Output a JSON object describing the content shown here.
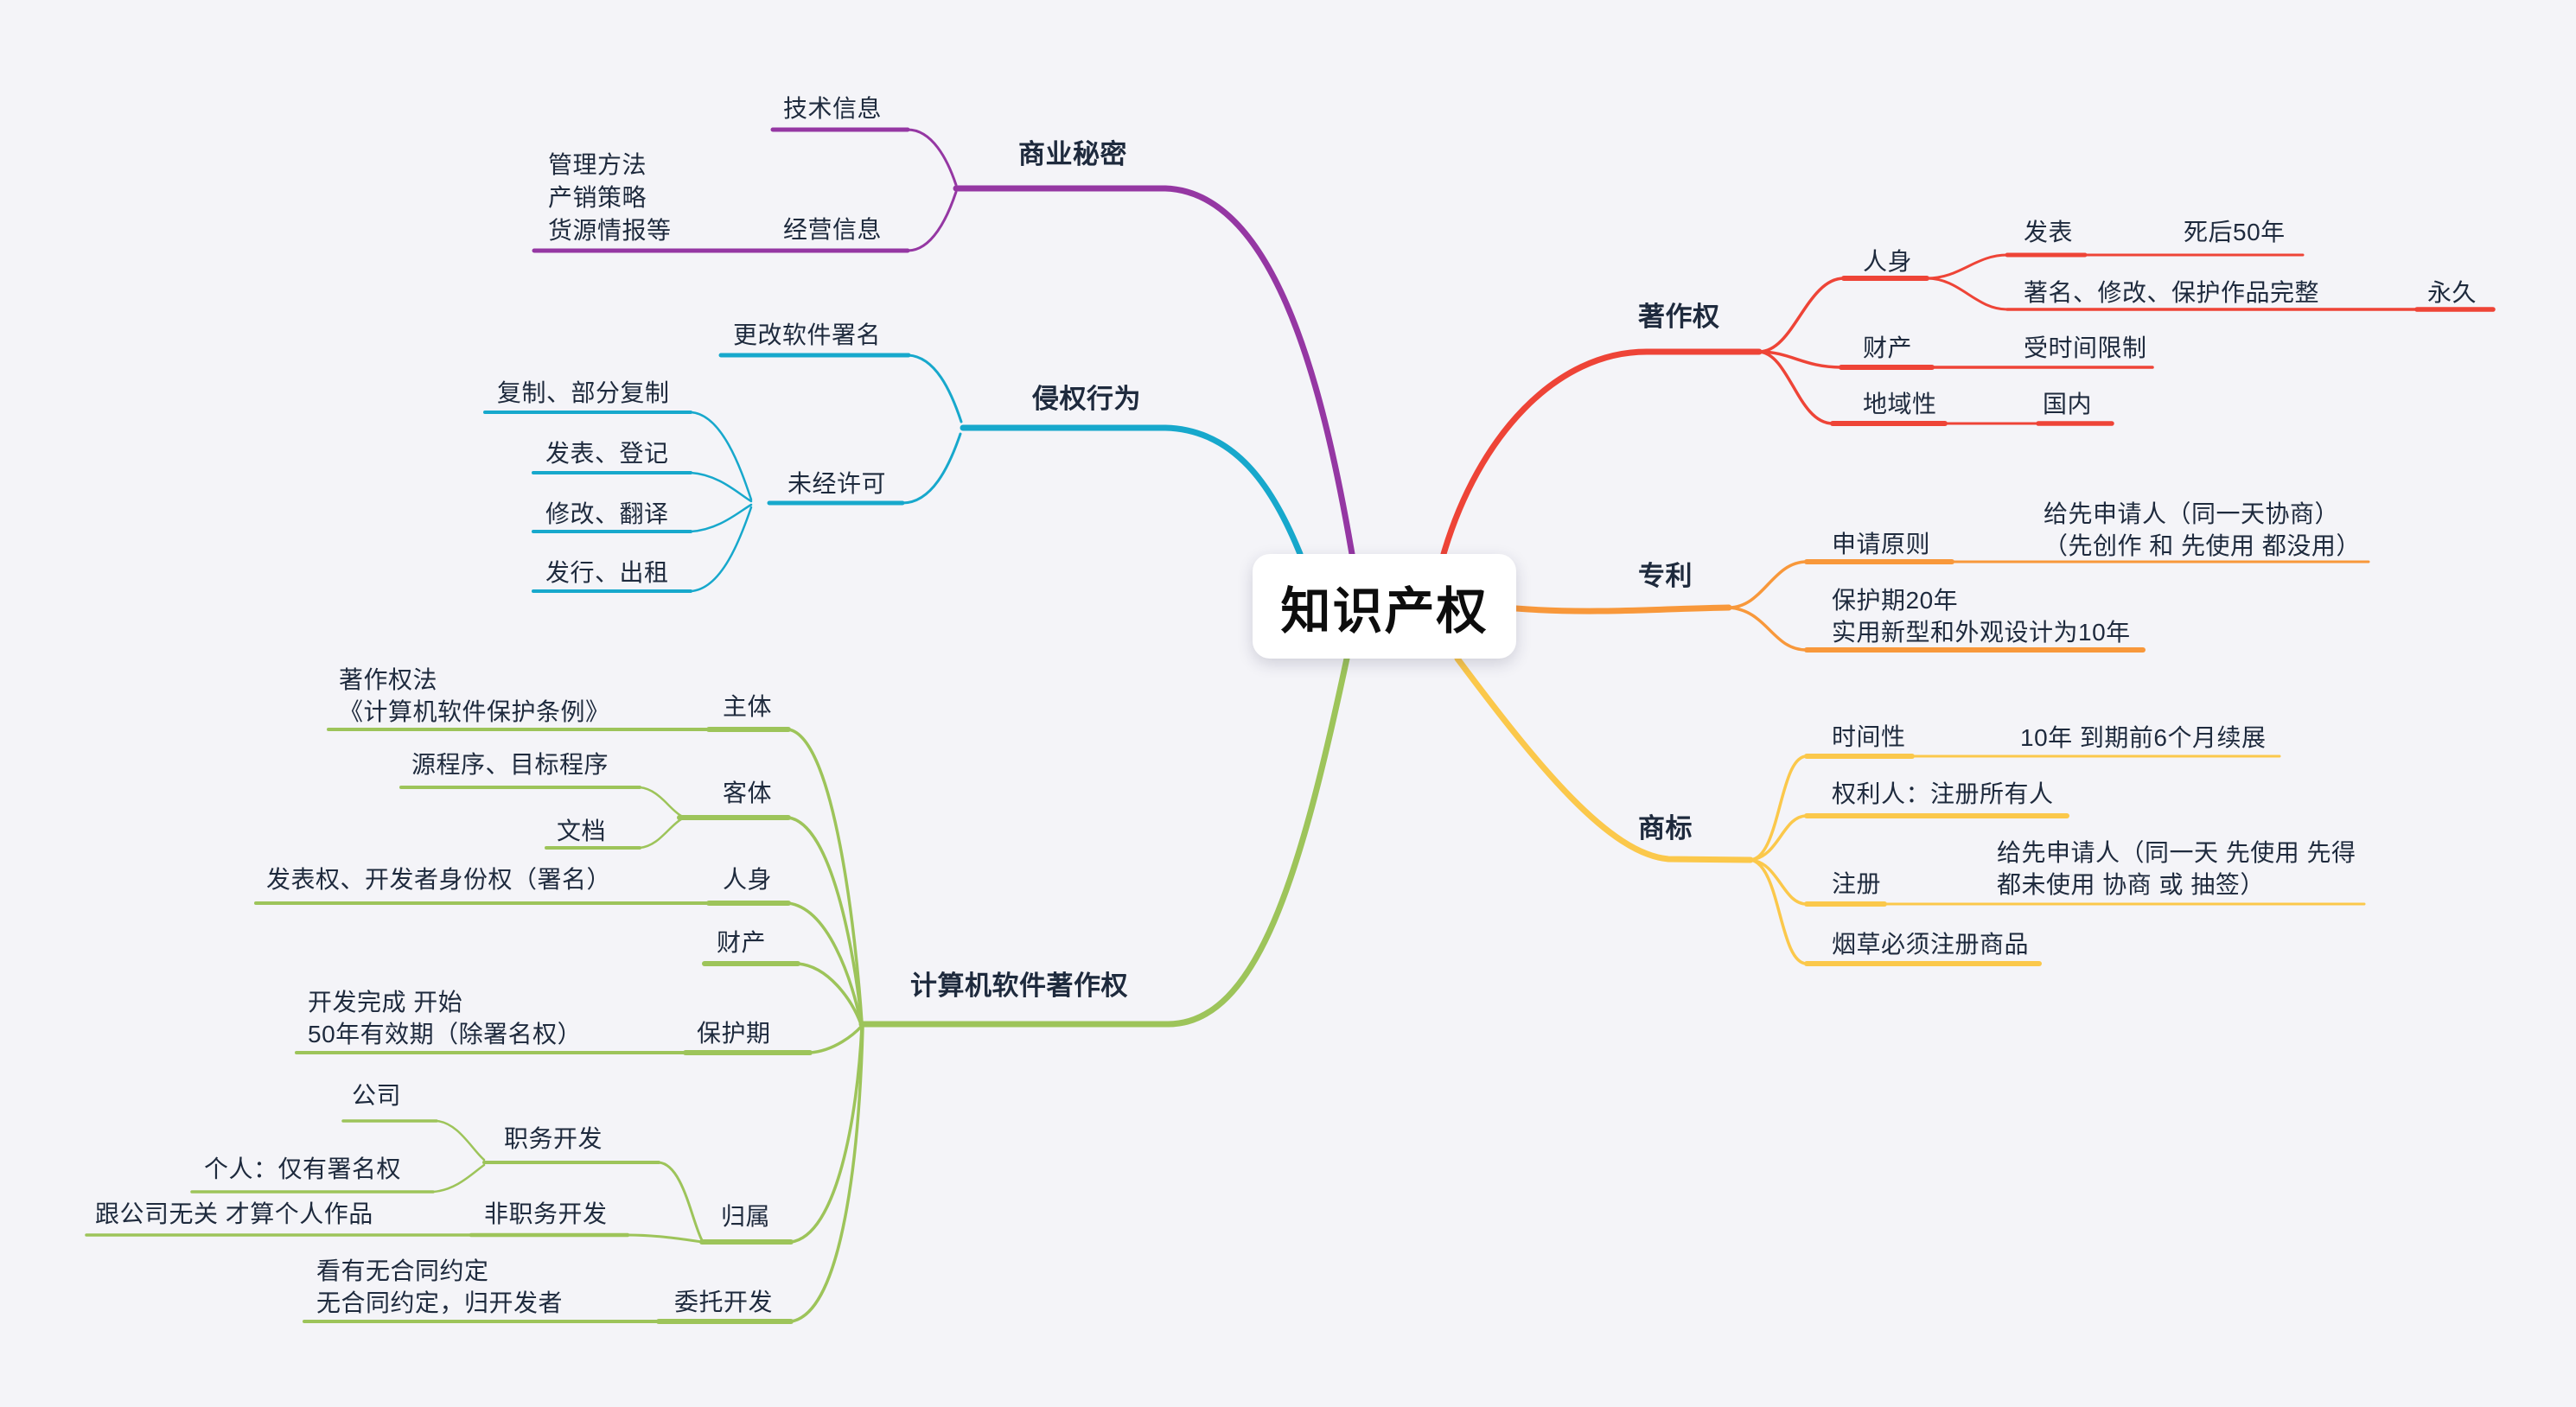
{
  "canvas": {
    "background": "#f4f4f8"
  },
  "center": {
    "label": "知识产权"
  },
  "colors": {
    "purple": "#9537a3",
    "cyan": "#17a8cc",
    "red": "#ee4437",
    "orange": "#f8983b",
    "yellow": "#fbc84b",
    "green": "#9dc45a",
    "text": "#1e2a3d"
  },
  "branches": {
    "trade_secret": {
      "label": "商业秘密",
      "children": {
        "tech_info": {
          "label": "技术信息"
        },
        "biz_info": {
          "label": "经营信息",
          "children": {
            "methods": {
              "label": "管理方法\n产销策略\n货源情报等"
            }
          }
        }
      }
    },
    "infringement": {
      "label": "侵权行为",
      "children": {
        "change_signature": {
          "label": "更改软件署名"
        },
        "without_permission": {
          "label": "未经许可",
          "children": {
            "copy": {
              "label": "复制、部分复制"
            },
            "publish": {
              "label": "发表、登记"
            },
            "modify": {
              "label": "修改、翻译"
            },
            "distribute": {
              "label": "发行、出租"
            }
          }
        }
      }
    },
    "copyright": {
      "label": "著作权",
      "children": {
        "personal": {
          "label": "人身",
          "children": {
            "publish": {
              "label": "发表",
              "children": {
                "after_death": {
                  "label": "死后50年"
                }
              }
            },
            "rights": {
              "label": "著名、修改、保护作品完整",
              "children": {
                "forever": {
                  "label": "永久"
                }
              }
            }
          }
        },
        "property": {
          "label": "财产",
          "children": {
            "time_limited": {
              "label": "受时间限制"
            }
          }
        },
        "territorial": {
          "label": "地域性",
          "children": {
            "domestic": {
              "label": "国内"
            }
          }
        }
      }
    },
    "patent": {
      "label": "专利",
      "children": {
        "application_principle": {
          "label": "申请原则",
          "children": {
            "first_to_file": {
              "label": "给先申请人（同一天协商）\n（先创作 和 先使用 都没用）"
            }
          }
        },
        "protection": {
          "label": "保护期20年\n实用新型和外观设计为10年"
        }
      }
    },
    "trademark": {
      "label": "商标",
      "children": {
        "time": {
          "label": "时间性",
          "children": {
            "renew": {
              "label": "10年 到期前6个月续展"
            }
          }
        },
        "owner": {
          "label": "权利人：注册所有人"
        },
        "register": {
          "label": "注册",
          "children": {
            "first_to_file": {
              "label": "给先申请人（同一天 先使用 先得\n都未使用 协商 或 抽签）"
            }
          }
        },
        "tobacco": {
          "label": "烟草必须注册商品"
        }
      }
    },
    "software_copyright": {
      "label": "计算机软件著作权",
      "children": {
        "subject": {
          "label": "主体",
          "children": {
            "law": {
              "label": "著作权法\n《计算机软件保护条例》"
            }
          }
        },
        "object": {
          "label": "客体",
          "children": {
            "source": {
              "label": "源程序、目标程序"
            },
            "doc": {
              "label": "文档"
            }
          }
        },
        "personal": {
          "label": "人身",
          "children": {
            "rights": {
              "label": "发表权、开发者身份权（署名）"
            }
          }
        },
        "property": {
          "label": "财产"
        },
        "protection_period": {
          "label": "保护期",
          "children": {
            "detail": {
              "label": "开发完成 开始\n50年有效期（除署名权）"
            }
          }
        },
        "ownership": {
          "label": "归属",
          "children": {
            "job": {
              "label": "职务开发",
              "children": {
                "company": {
                  "label": "公司"
                },
                "individual": {
                  "label": "个人：仅有署名权"
                }
              }
            },
            "non_job": {
              "label": "非职务开发",
              "children": {
                "unrelated": {
                  "label": "跟公司无关 才算个人作品"
                }
              }
            }
          }
        },
        "commissioned": {
          "label": "委托开发",
          "children": {
            "contract": {
              "label": "看有无合同约定\n无合同约定，归开发者"
            }
          }
        }
      }
    }
  }
}
